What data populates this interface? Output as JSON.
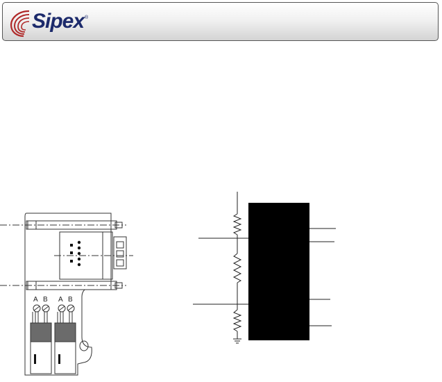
{
  "header": {
    "logo_text": "Sipex",
    "logo_mark": "®",
    "brand_color": "#1c2a6b",
    "accent_color": "#b02a2a"
  },
  "connector": {
    "terminal_labels": [
      "A",
      "B",
      "A",
      "B"
    ]
  }
}
